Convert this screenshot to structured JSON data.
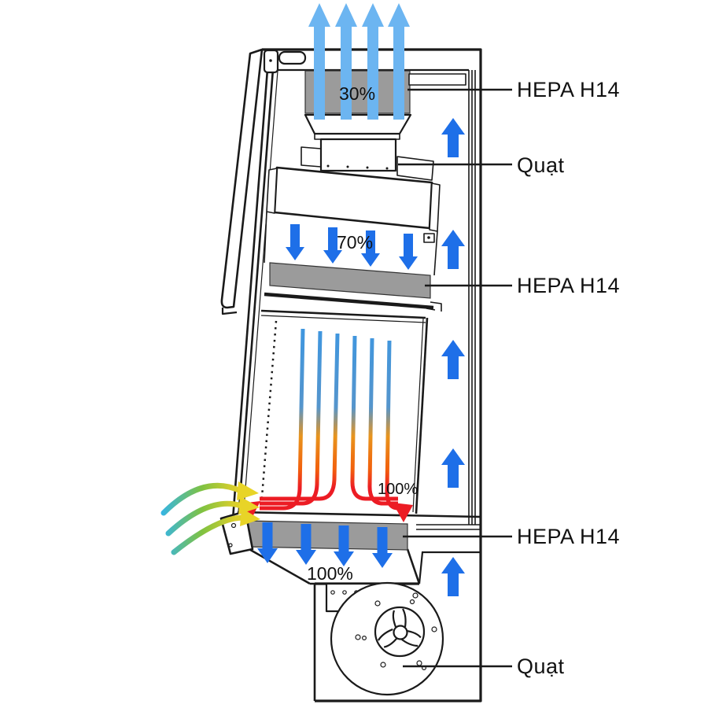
{
  "diagram": {
    "type": "biosafety-cabinet-airflow-schematic",
    "callouts": {
      "hepa_top": {
        "label": "HEPA H14"
      },
      "fan_top": {
        "label": "Quạt"
      },
      "hepa_mid": {
        "label": "HEPA H14"
      },
      "hepa_bottom": {
        "label": "HEPA H14"
      },
      "fan_bottom": {
        "label": "Quạt"
      }
    },
    "percentages": {
      "exhaust": "30%",
      "downflow": "70%",
      "chamber_return": "100%",
      "supply": "100%"
    },
    "colors": {
      "outline": "#1a1a1a",
      "filter_gray": "#9b9b9b",
      "duct_arrow_blue": "#1e6fe8",
      "exhaust_arrow_light_blue": "#6cb5f1",
      "flow_blue": "#3e96e0",
      "flow_orange": "#f08a18",
      "flow_red": "#ec1c24",
      "intake_cyan": "#35b5e5",
      "intake_green": "#7fc241",
      "intake_yellow": "#e8d427"
    },
    "icons": {
      "exhaust_arrows": "up-arrow-icon",
      "rear_duct_arrows": "up-arrow-icon",
      "downflow_arrows": "down-arrow-icon",
      "supply_arrows": "down-arrow-icon",
      "intake_arrows": "curved-arrow-icon",
      "blower": "fan-impeller-icon"
    }
  }
}
